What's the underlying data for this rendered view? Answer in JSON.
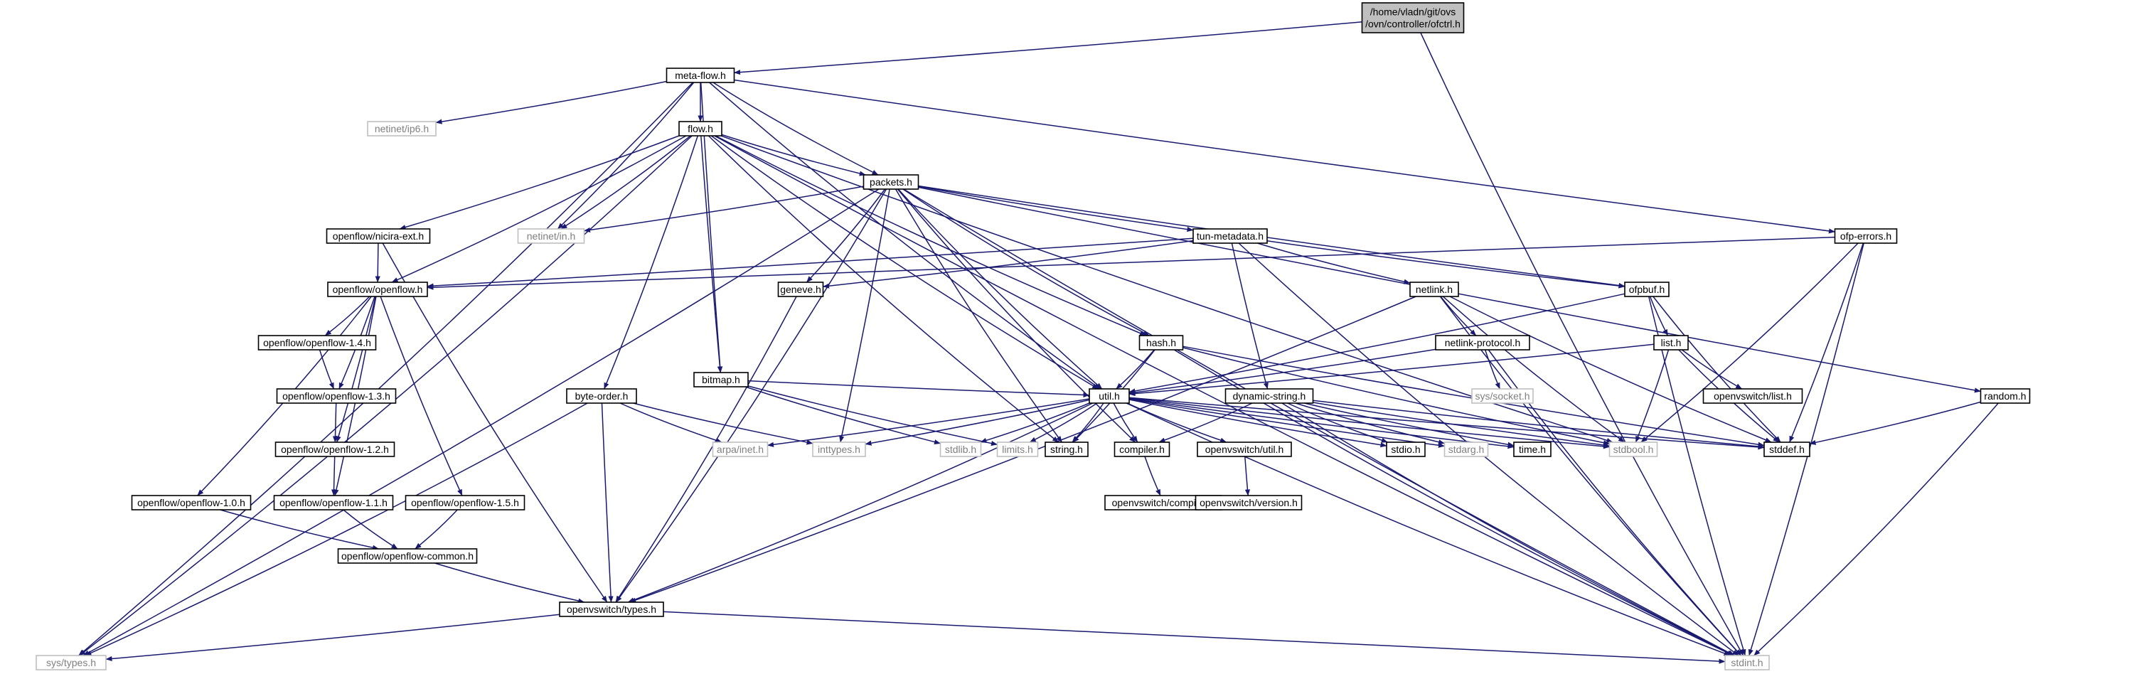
{
  "graph": {
    "nodes": [
      {
        "id": "ofctrl",
        "label": "/home/vladn/git/ovs\n/ovn/controller/ofctrl.h",
        "style": "root"
      },
      {
        "id": "metaflow",
        "label": "meta-flow.h",
        "style": "internal"
      },
      {
        "id": "netinet_ip6",
        "label": "netinet/ip6.h",
        "style": "system"
      },
      {
        "id": "flow",
        "label": "flow.h",
        "style": "internal"
      },
      {
        "id": "packets",
        "label": "packets.h",
        "style": "internal"
      },
      {
        "id": "netinet_in",
        "label": "netinet/in.h",
        "style": "system"
      },
      {
        "id": "nicira_ext",
        "label": "openflow/nicira-ext.h",
        "style": "internal"
      },
      {
        "id": "tun_metadata",
        "label": "tun-metadata.h",
        "style": "internal"
      },
      {
        "id": "ofp_errors",
        "label": "ofp-errors.h",
        "style": "internal"
      },
      {
        "id": "openflow",
        "label": "openflow/openflow.h",
        "style": "internal"
      },
      {
        "id": "geneve",
        "label": "geneve.h",
        "style": "internal"
      },
      {
        "id": "netlink",
        "label": "netlink.h",
        "style": "internal"
      },
      {
        "id": "ofpbuf",
        "label": "ofpbuf.h",
        "style": "internal"
      },
      {
        "id": "of14",
        "label": "openflow/openflow-1.4.h",
        "style": "internal"
      },
      {
        "id": "bitmap",
        "label": "bitmap.h",
        "style": "internal"
      },
      {
        "id": "hash",
        "label": "hash.h",
        "style": "internal"
      },
      {
        "id": "netlink_protocol",
        "label": "netlink-protocol.h",
        "style": "internal"
      },
      {
        "id": "list",
        "label": "list.h",
        "style": "internal"
      },
      {
        "id": "of13",
        "label": "openflow/openflow-1.3.h",
        "style": "internal"
      },
      {
        "id": "byteorder",
        "label": "byte-order.h",
        "style": "internal"
      },
      {
        "id": "util",
        "label": "util.h",
        "style": "internal"
      },
      {
        "id": "dynamic_string",
        "label": "dynamic-string.h",
        "style": "internal"
      },
      {
        "id": "sys_socket",
        "label": "sys/socket.h",
        "style": "system"
      },
      {
        "id": "ovs_list",
        "label": "openvswitch/list.h",
        "style": "internal"
      },
      {
        "id": "random",
        "label": "random.h",
        "style": "internal"
      },
      {
        "id": "of12",
        "label": "openflow/openflow-1.2.h",
        "style": "internal"
      },
      {
        "id": "arpa_inet",
        "label": "arpa/inet.h",
        "style": "system"
      },
      {
        "id": "inttypes",
        "label": "inttypes.h",
        "style": "system"
      },
      {
        "id": "stdlib",
        "label": "stdlib.h",
        "style": "system"
      },
      {
        "id": "limits",
        "label": "limits.h",
        "style": "system"
      },
      {
        "id": "string",
        "label": "string.h",
        "style": "internal"
      },
      {
        "id": "compiler",
        "label": "compiler.h",
        "style": "internal"
      },
      {
        "id": "ovs_util",
        "label": "openvswitch/util.h",
        "style": "internal"
      },
      {
        "id": "stdio",
        "label": "stdio.h",
        "style": "internal"
      },
      {
        "id": "stdarg",
        "label": "stdarg.h",
        "style": "system"
      },
      {
        "id": "time",
        "label": "time.h",
        "style": "internal"
      },
      {
        "id": "stdbool",
        "label": "stdbool.h",
        "style": "system"
      },
      {
        "id": "stddef",
        "label": "stddef.h",
        "style": "internal"
      },
      {
        "id": "of10",
        "label": "openflow/openflow-1.0.h",
        "style": "internal"
      },
      {
        "id": "of11",
        "label": "openflow/openflow-1.1.h",
        "style": "internal"
      },
      {
        "id": "of15",
        "label": "openflow/openflow-1.5.h",
        "style": "internal"
      },
      {
        "id": "ovs_compiler",
        "label": "openvswitch/compiler.h",
        "style": "internal"
      },
      {
        "id": "ovs_version",
        "label": "openvswitch/version.h",
        "style": "internal"
      },
      {
        "id": "of_common",
        "label": "openflow/openflow-common.h",
        "style": "internal"
      },
      {
        "id": "ovs_types",
        "label": "openvswitch/types.h",
        "style": "internal"
      },
      {
        "id": "sys_types",
        "label": "sys/types.h",
        "style": "system"
      },
      {
        "id": "stdint",
        "label": "stdint.h",
        "style": "system"
      }
    ],
    "edges": [
      [
        "ofctrl",
        "metaflow"
      ],
      [
        "ofctrl",
        "stdint"
      ],
      [
        "metaflow",
        "flow"
      ],
      [
        "metaflow",
        "netinet_ip6"
      ],
      [
        "metaflow",
        "netinet_in"
      ],
      [
        "metaflow",
        "bitmap"
      ],
      [
        "metaflow",
        "packets"
      ],
      [
        "metaflow",
        "util"
      ],
      [
        "metaflow",
        "ofp_errors"
      ],
      [
        "metaflow",
        "sys_types"
      ],
      [
        "flow",
        "packets"
      ],
      [
        "flow",
        "netinet_in"
      ],
      [
        "flow",
        "nicira_ext"
      ],
      [
        "flow",
        "openflow"
      ],
      [
        "flow",
        "bitmap"
      ],
      [
        "flow",
        "byteorder"
      ],
      [
        "flow",
        "hash"
      ],
      [
        "flow",
        "util"
      ],
      [
        "flow",
        "string"
      ],
      [
        "flow",
        "stdbool"
      ],
      [
        "flow",
        "sys_types"
      ],
      [
        "flow",
        "stdint"
      ],
      [
        "packets",
        "netinet_in"
      ],
      [
        "packets",
        "tun_metadata"
      ],
      [
        "packets",
        "geneve"
      ],
      [
        "packets",
        "hash"
      ],
      [
        "packets",
        "util"
      ],
      [
        "packets",
        "random"
      ],
      [
        "packets",
        "ofpbuf"
      ],
      [
        "packets",
        "compiler"
      ],
      [
        "packets",
        "string"
      ],
      [
        "packets",
        "inttypes"
      ],
      [
        "packets",
        "ovs_types"
      ],
      [
        "packets",
        "sys_types"
      ],
      [
        "packets",
        "stdint"
      ],
      [
        "nicira_ext",
        "openflow"
      ],
      [
        "nicira_ext",
        "ovs_types"
      ],
      [
        "tun_metadata",
        "openflow"
      ],
      [
        "tun_metadata",
        "geneve"
      ],
      [
        "tun_metadata",
        "netlink"
      ],
      [
        "tun_metadata",
        "ofpbuf"
      ],
      [
        "tun_metadata",
        "dynamic_string"
      ],
      [
        "tun_metadata",
        "stdint"
      ],
      [
        "ofp_errors",
        "openflow"
      ],
      [
        "ofp_errors",
        "stddef"
      ],
      [
        "ofp_errors",
        "stdbool"
      ],
      [
        "ofp_errors",
        "stdint"
      ],
      [
        "openflow",
        "of14"
      ],
      [
        "openflow",
        "of13"
      ],
      [
        "openflow",
        "of12"
      ],
      [
        "openflow",
        "of11"
      ],
      [
        "openflow",
        "of10"
      ],
      [
        "openflow",
        "of15"
      ],
      [
        "geneve",
        "ovs_types"
      ],
      [
        "netlink",
        "netlink_protocol"
      ],
      [
        "netlink",
        "ovs_types"
      ],
      [
        "netlink",
        "stdbool"
      ],
      [
        "netlink",
        "stddef"
      ],
      [
        "netlink",
        "stdint"
      ],
      [
        "ofpbuf",
        "util"
      ],
      [
        "ofpbuf",
        "list"
      ],
      [
        "ofpbuf",
        "stddef"
      ],
      [
        "ofpbuf",
        "stdint"
      ],
      [
        "of14",
        "of13"
      ],
      [
        "bitmap",
        "util"
      ],
      [
        "bitmap",
        "stdlib"
      ],
      [
        "bitmap",
        "limits"
      ],
      [
        "hash",
        "util"
      ],
      [
        "hash",
        "string"
      ],
      [
        "hash",
        "stdbool"
      ],
      [
        "hash",
        "stddef"
      ],
      [
        "hash",
        "stdint"
      ],
      [
        "netlink_protocol",
        "util"
      ],
      [
        "netlink_protocol",
        "sys_socket"
      ],
      [
        "netlink_protocol",
        "stdint"
      ],
      [
        "list",
        "util"
      ],
      [
        "list",
        "ovs_list"
      ],
      [
        "list",
        "stdbool"
      ],
      [
        "list",
        "stddef"
      ],
      [
        "of13",
        "of12"
      ],
      [
        "of12",
        "of11"
      ],
      [
        "of11",
        "of_common"
      ],
      [
        "of10",
        "of_common"
      ],
      [
        "of15",
        "of_common"
      ],
      [
        "byteorder",
        "arpa_inet"
      ],
      [
        "byteorder",
        "inttypes"
      ],
      [
        "byteorder",
        "ovs_types"
      ],
      [
        "byteorder",
        "sys_types"
      ],
      [
        "util",
        "arpa_inet"
      ],
      [
        "util",
        "inttypes"
      ],
      [
        "util",
        "stdlib"
      ],
      [
        "util",
        "limits"
      ],
      [
        "util",
        "string"
      ],
      [
        "util",
        "compiler"
      ],
      [
        "util",
        "ovs_util"
      ],
      [
        "util",
        "stdio"
      ],
      [
        "util",
        "stdarg"
      ],
      [
        "util",
        "time"
      ],
      [
        "util",
        "stdbool"
      ],
      [
        "util",
        "stddef"
      ],
      [
        "util",
        "ovs_types"
      ],
      [
        "util",
        "stdint"
      ],
      [
        "dynamic_string",
        "compiler"
      ],
      [
        "dynamic_string",
        "stdio"
      ],
      [
        "dynamic_string",
        "stdarg"
      ],
      [
        "dynamic_string",
        "time"
      ],
      [
        "dynamic_string",
        "stdbool"
      ],
      [
        "dynamic_string",
        "stddef"
      ],
      [
        "dynamic_string",
        "stdint"
      ],
      [
        "random",
        "stddef"
      ],
      [
        "random",
        "stdint"
      ],
      [
        "compiler",
        "ovs_compiler"
      ],
      [
        "ovs_util",
        "ovs_version"
      ],
      [
        "of_common",
        "ovs_types"
      ],
      [
        "ovs_types",
        "sys_types"
      ],
      [
        "ovs_types",
        "stdint"
      ]
    ]
  },
  "colors": {
    "edge": "#191970",
    "internal_border": "#000000",
    "system_border": "#bfbfbf",
    "root_fill": "#bfbfbf",
    "node_fill": "#ffffff",
    "internal_text": "#000000",
    "system_text": "#7f7f7f"
  }
}
